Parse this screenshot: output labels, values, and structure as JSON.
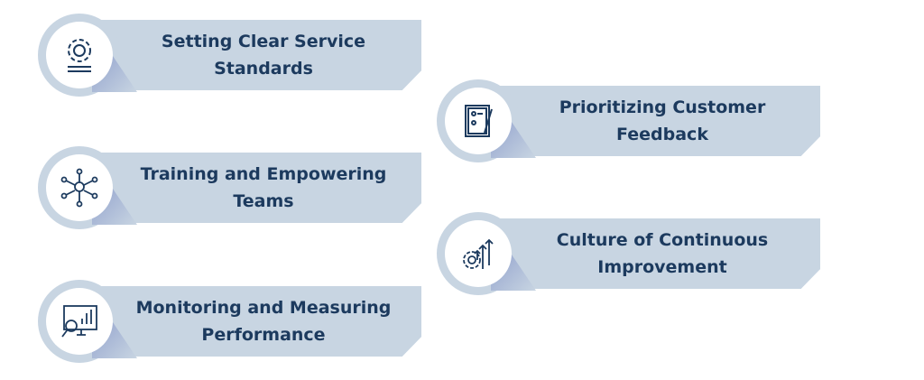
{
  "items": [
    {
      "label": "Setting Clear Service Standards",
      "icon": "gear-icon"
    },
    {
      "label": "Prioritizing Customer Feedback",
      "icon": "clipboard-feedback-icon"
    },
    {
      "label": "Training and Empowering Teams",
      "icon": "team-network-icon"
    },
    {
      "label": "Culture of Continuous Improvement",
      "icon": "gear-growth-arrows-icon"
    },
    {
      "label": "Monitoring and Measuring Performance",
      "icon": "monitor-chart-icon"
    }
  ],
  "colors": {
    "banner": "#c8d5e2",
    "text": "#1c3a5e"
  }
}
